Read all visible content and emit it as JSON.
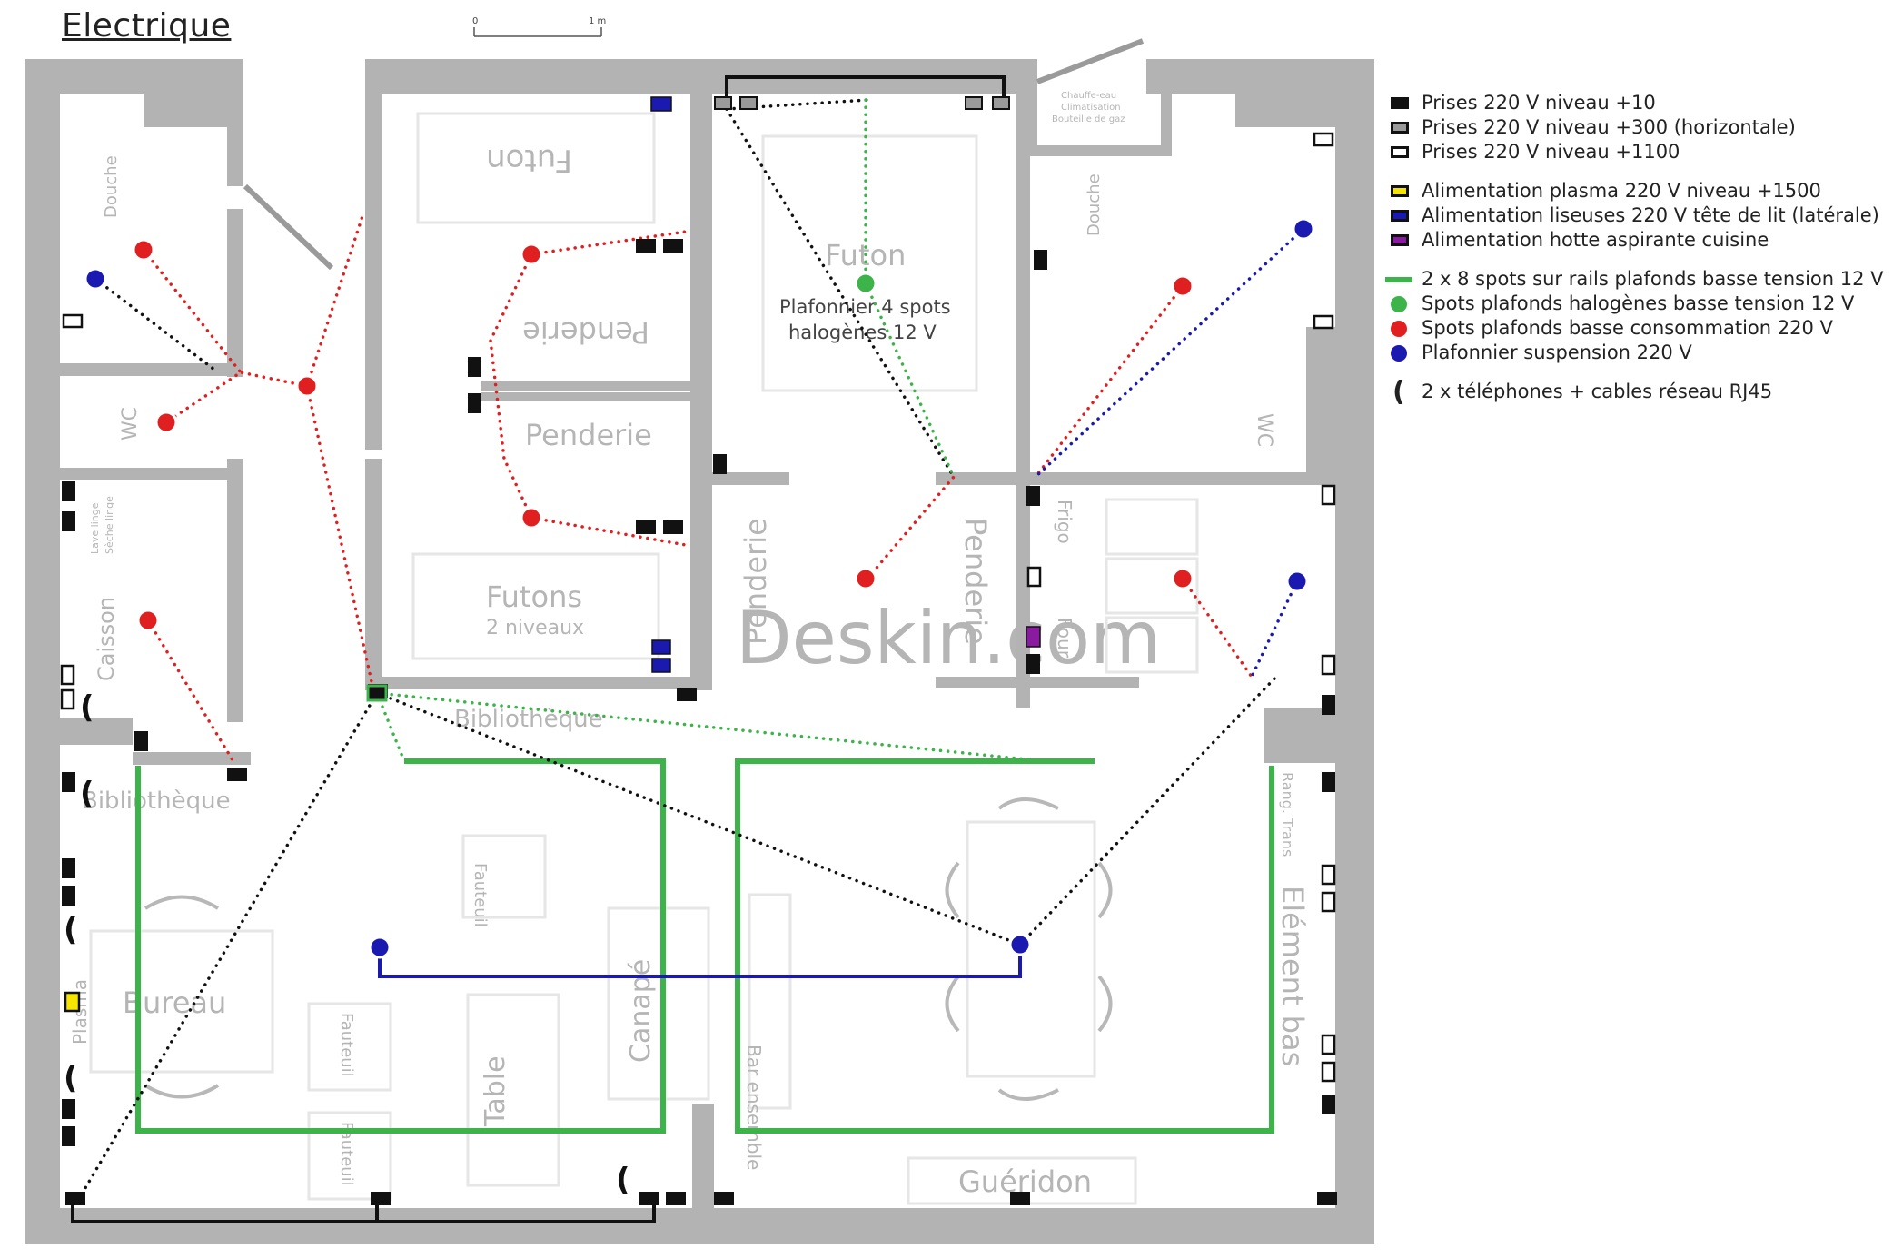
{
  "title": "Electrique",
  "scale": {
    "start": "0",
    "end": "1 m"
  },
  "colors": {
    "wall": "#b3b3b3",
    "green": "#3cb44a",
    "red": "#e02020",
    "blue": "#1a1ab0",
    "purple": "#8a1aa0",
    "yellow": "#f5e400",
    "black": "#111111"
  },
  "rooms": {
    "futon_left": "Futon",
    "penderie_flipped": "Penderie",
    "penderie_1": "Penderie",
    "futons": "Futons",
    "futons_sub": "2 niveaux",
    "futon_center": "Futon",
    "plafonnier_line1": "Plafonnier 4 spots",
    "plafonnier_line2": "halogènes 12 V",
    "penderie_2": "Penderie",
    "penderie_3": "Penderie",
    "douche_left": "Douche",
    "douche_right": "Douche",
    "wc_left": "WC",
    "wc_right": "WC",
    "caisson": "Caisson",
    "lave_linge": "Lave linge",
    "seche_linge": "Sèche linge",
    "chauffe_eau": "Chauffe-eau",
    "climatisation": "Climatisation",
    "bouteille": "Bouteille de gaz",
    "bibliotheque": "Bibliothèque",
    "bibliotheque2": "Bibliothèque",
    "bureau": "Bureau",
    "fauteuil_1": "Fauteuil",
    "fauteuil_2": "Fauteuil",
    "fauteuil_3": "Fauteuil",
    "table": "Table",
    "canape": "Canapé",
    "element_bas": "Elément bas",
    "rang_trans": "Rang. Trans",
    "guéridon": "Guéridon",
    "frigo": "Frigo",
    "four": "Four",
    "plasma": "Plasma",
    "bar_ensemble": "Bar ensemble"
  },
  "watermark": "Deskin.com",
  "legend": [
    {
      "swatch": "black-square",
      "color": "#111111",
      "label": "Prises 220 V niveau +10"
    },
    {
      "swatch": "grey-square",
      "color": "#9a9a9a",
      "label": "Prises 220 V niveau +300 (horizontale)"
    },
    {
      "swatch": "white-square",
      "color": "#ffffff",
      "label": "Prises 220 V niveau +1100"
    },
    {
      "swatch": "yellow-square",
      "color": "#f5e400",
      "label": "Alimentation plasma 220 V niveau +1500"
    },
    {
      "swatch": "blue-square",
      "color": "#1a1ab0",
      "label": "Alimentation liseuses 220 V tête de lit (latérale)"
    },
    {
      "swatch": "purple-square",
      "color": "#8a1aa0",
      "label": "Alimentation hotte aspirante cuisine"
    },
    {
      "swatch": "green-line",
      "color": "#3cb44a",
      "label": "2 x 8 spots sur rails plafonds basse tension 12 V"
    },
    {
      "swatch": "green-dot",
      "color": "#3cb44a",
      "label": "Spots plafonds halogènes basse tension 12 V"
    },
    {
      "swatch": "red-dot",
      "color": "#e02020",
      "label": "Spots plafonds basse consommation 220 V"
    },
    {
      "swatch": "blue-dot",
      "color": "#1a1ab0",
      "label": "Plafonnier suspension 220 V"
    },
    {
      "swatch": "phone-icon",
      "color": "#111111",
      "label": "2 x téléphones + cables réseau RJ45"
    }
  ]
}
